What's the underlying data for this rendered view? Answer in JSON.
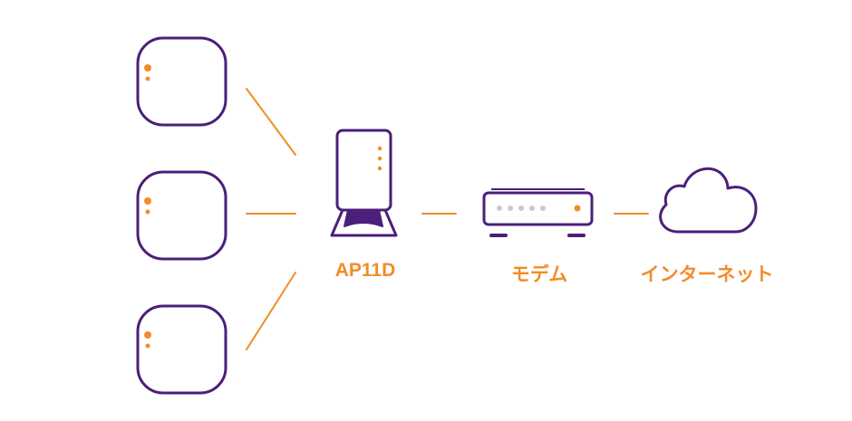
{
  "colors": {
    "purple": "#4b1f7a",
    "orange": "#f28c28",
    "gray": "#c9c9c9"
  },
  "nodes": {
    "ap_label": "AP11D",
    "modem_label": "モデム",
    "internet_label": "インターネット"
  },
  "icons": {
    "extenders": [
      "mesh-extender-icon",
      "mesh-extender-icon",
      "mesh-extender-icon"
    ],
    "ap": "access-point-icon",
    "modem": "modem-icon",
    "internet": "cloud-icon"
  }
}
